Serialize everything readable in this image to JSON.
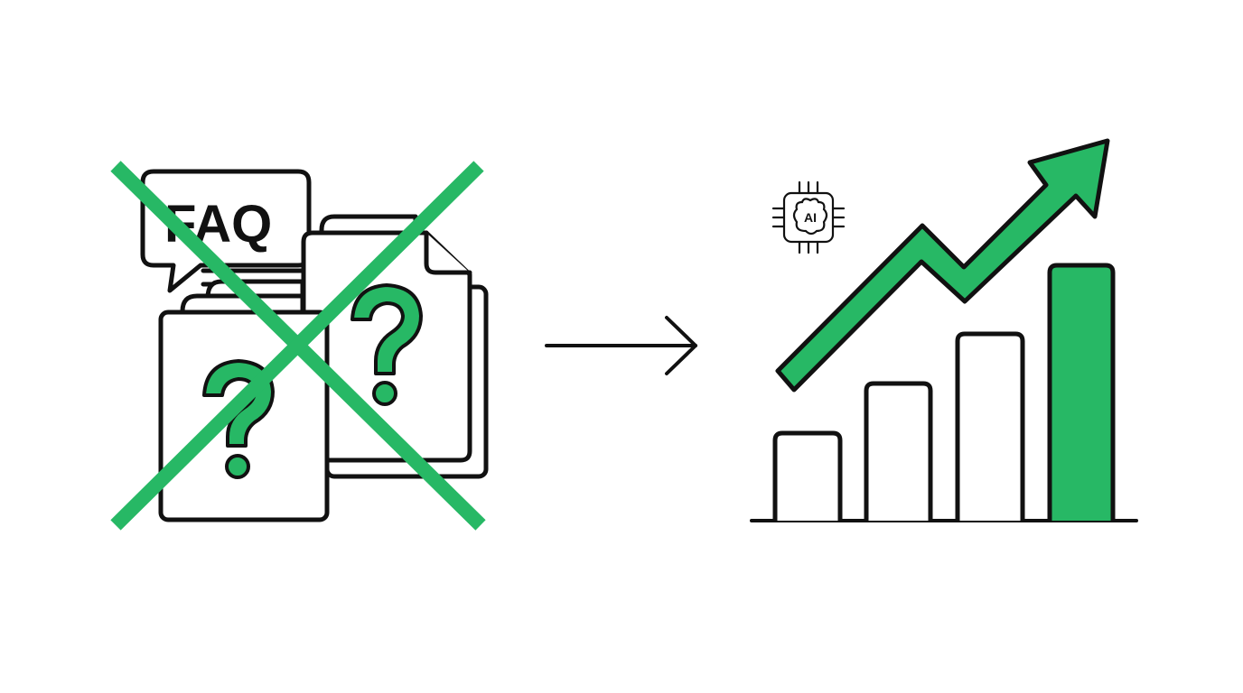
{
  "scene": {
    "background": "#ffffff",
    "stroke_color": "#111111",
    "accent_color": "#27b865",
    "left_panel": {
      "label": "FAQ",
      "question_mark_left": "?",
      "question_mark_right": "?",
      "crossed_out": true
    },
    "transition_arrow": "right-arrow",
    "right_panel": {
      "chip_label": "AI",
      "bars": [
        {
          "index": 1,
          "relative_height": 96,
          "filled": false
        },
        {
          "index": 2,
          "relative_height": 150,
          "filled": false
        },
        {
          "index": 3,
          "relative_height": 205,
          "filled": false
        },
        {
          "index": 4,
          "relative_height": 282,
          "filled": true
        }
      ],
      "trend": "up"
    }
  }
}
